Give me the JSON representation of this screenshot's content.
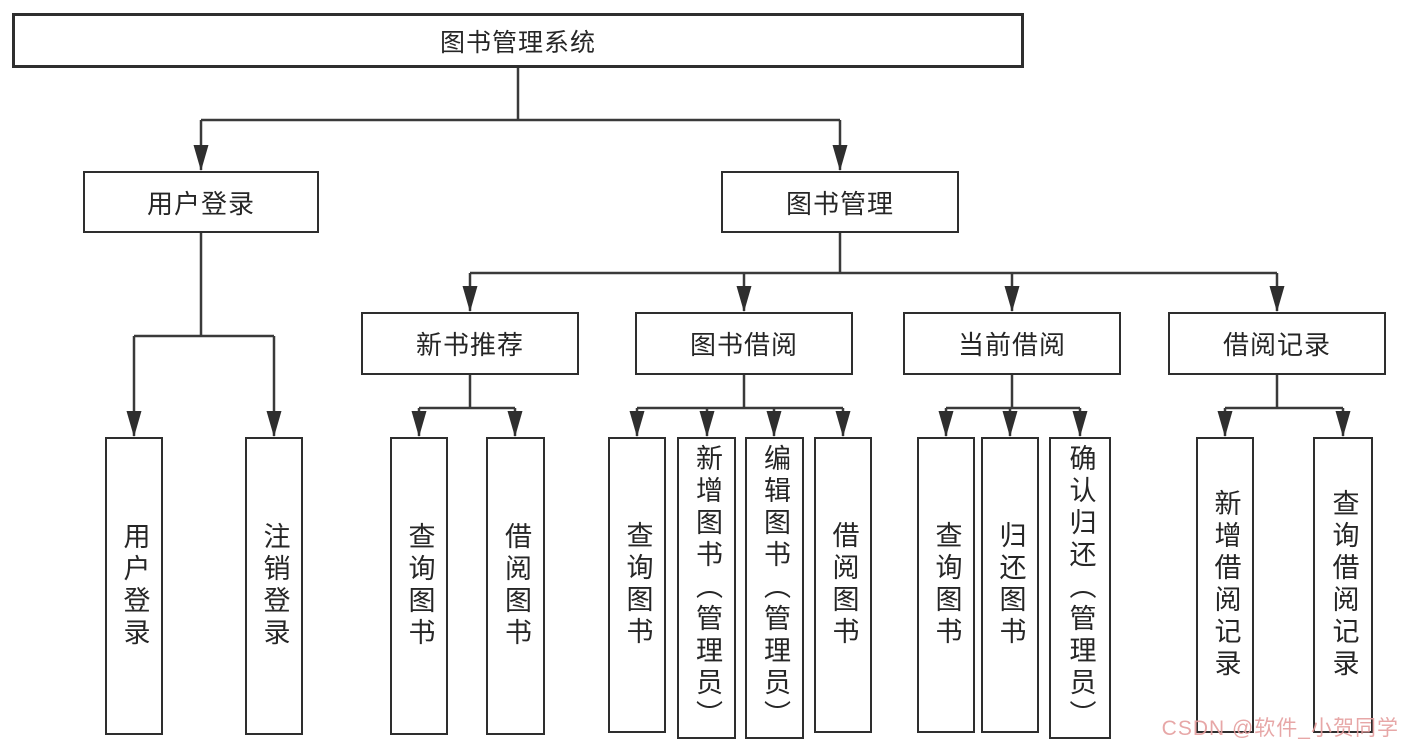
{
  "nodes": {
    "root": "图书管理系统",
    "user_login": "用户登录",
    "book_management": "图书管理",
    "new_book_recommend": "新书推荐",
    "book_borrow": "图书借阅",
    "current_borrow": "当前借阅",
    "borrow_record": "借阅记录"
  },
  "leaves": {
    "user_login": [
      "用户登录",
      "注销登录"
    ],
    "new_book_recommend": [
      "查询图书",
      "借阅图书"
    ],
    "book_borrow": [
      "查询图书",
      "新增图书（管理员）",
      "编辑图书（管理员）",
      "借阅图书"
    ],
    "current_borrow": [
      "查询图书",
      "归还图书",
      "确认归还（管理员）"
    ],
    "borrow_record": [
      "新增借阅记录",
      "查询借阅记录"
    ]
  },
  "watermark": {
    "text": "CSDN @软件_小贺同学",
    "color": "#e59e9e"
  },
  "colors": {
    "line": "#3a3a3a",
    "border": "#2e2e2e",
    "text": "#262626",
    "background": "#ffffff"
  }
}
